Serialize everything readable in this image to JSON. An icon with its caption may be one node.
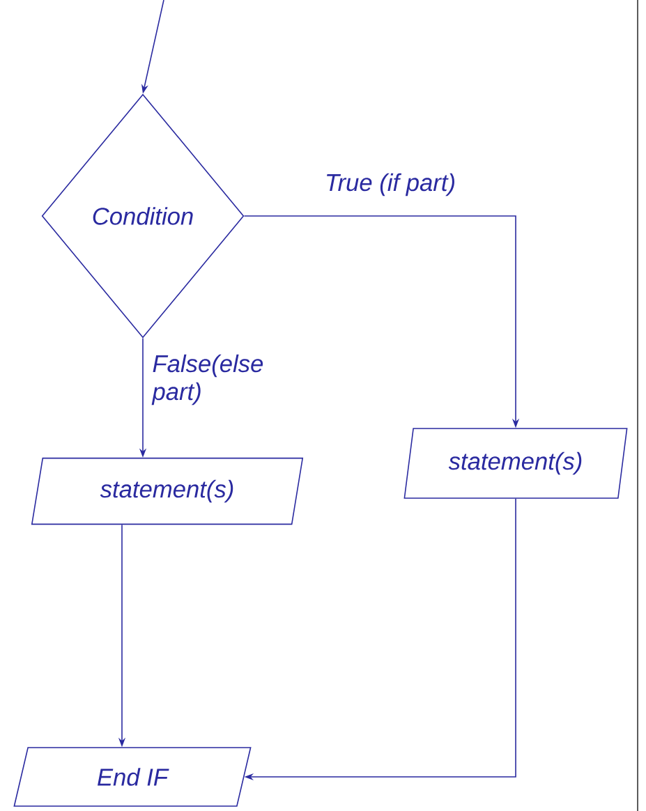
{
  "diagram": {
    "nodes": [
      {
        "text": [
          "Condition"
        ]
      },
      {
        "text": [
          "statement(s)"
        ]
      },
      {
        "text": [
          "statement(s)"
        ]
      },
      {
        "text": [
          "End IF"
        ]
      }
    ],
    "edges": [
      {
        "from": null,
        "to": 0,
        "arrow": "to"
      },
      {
        "from": 0,
        "to": 2,
        "arrow": "to",
        "label": "True (if part)"
      },
      {
        "from": 0,
        "to": 1,
        "arrow": "to",
        "label": "False(else part)"
      },
      {
        "from": 1,
        "to": 3,
        "arrow": "to"
      },
      {
        "from": 2,
        "to": 3,
        "arrow": "to"
      }
    ]
  }
}
